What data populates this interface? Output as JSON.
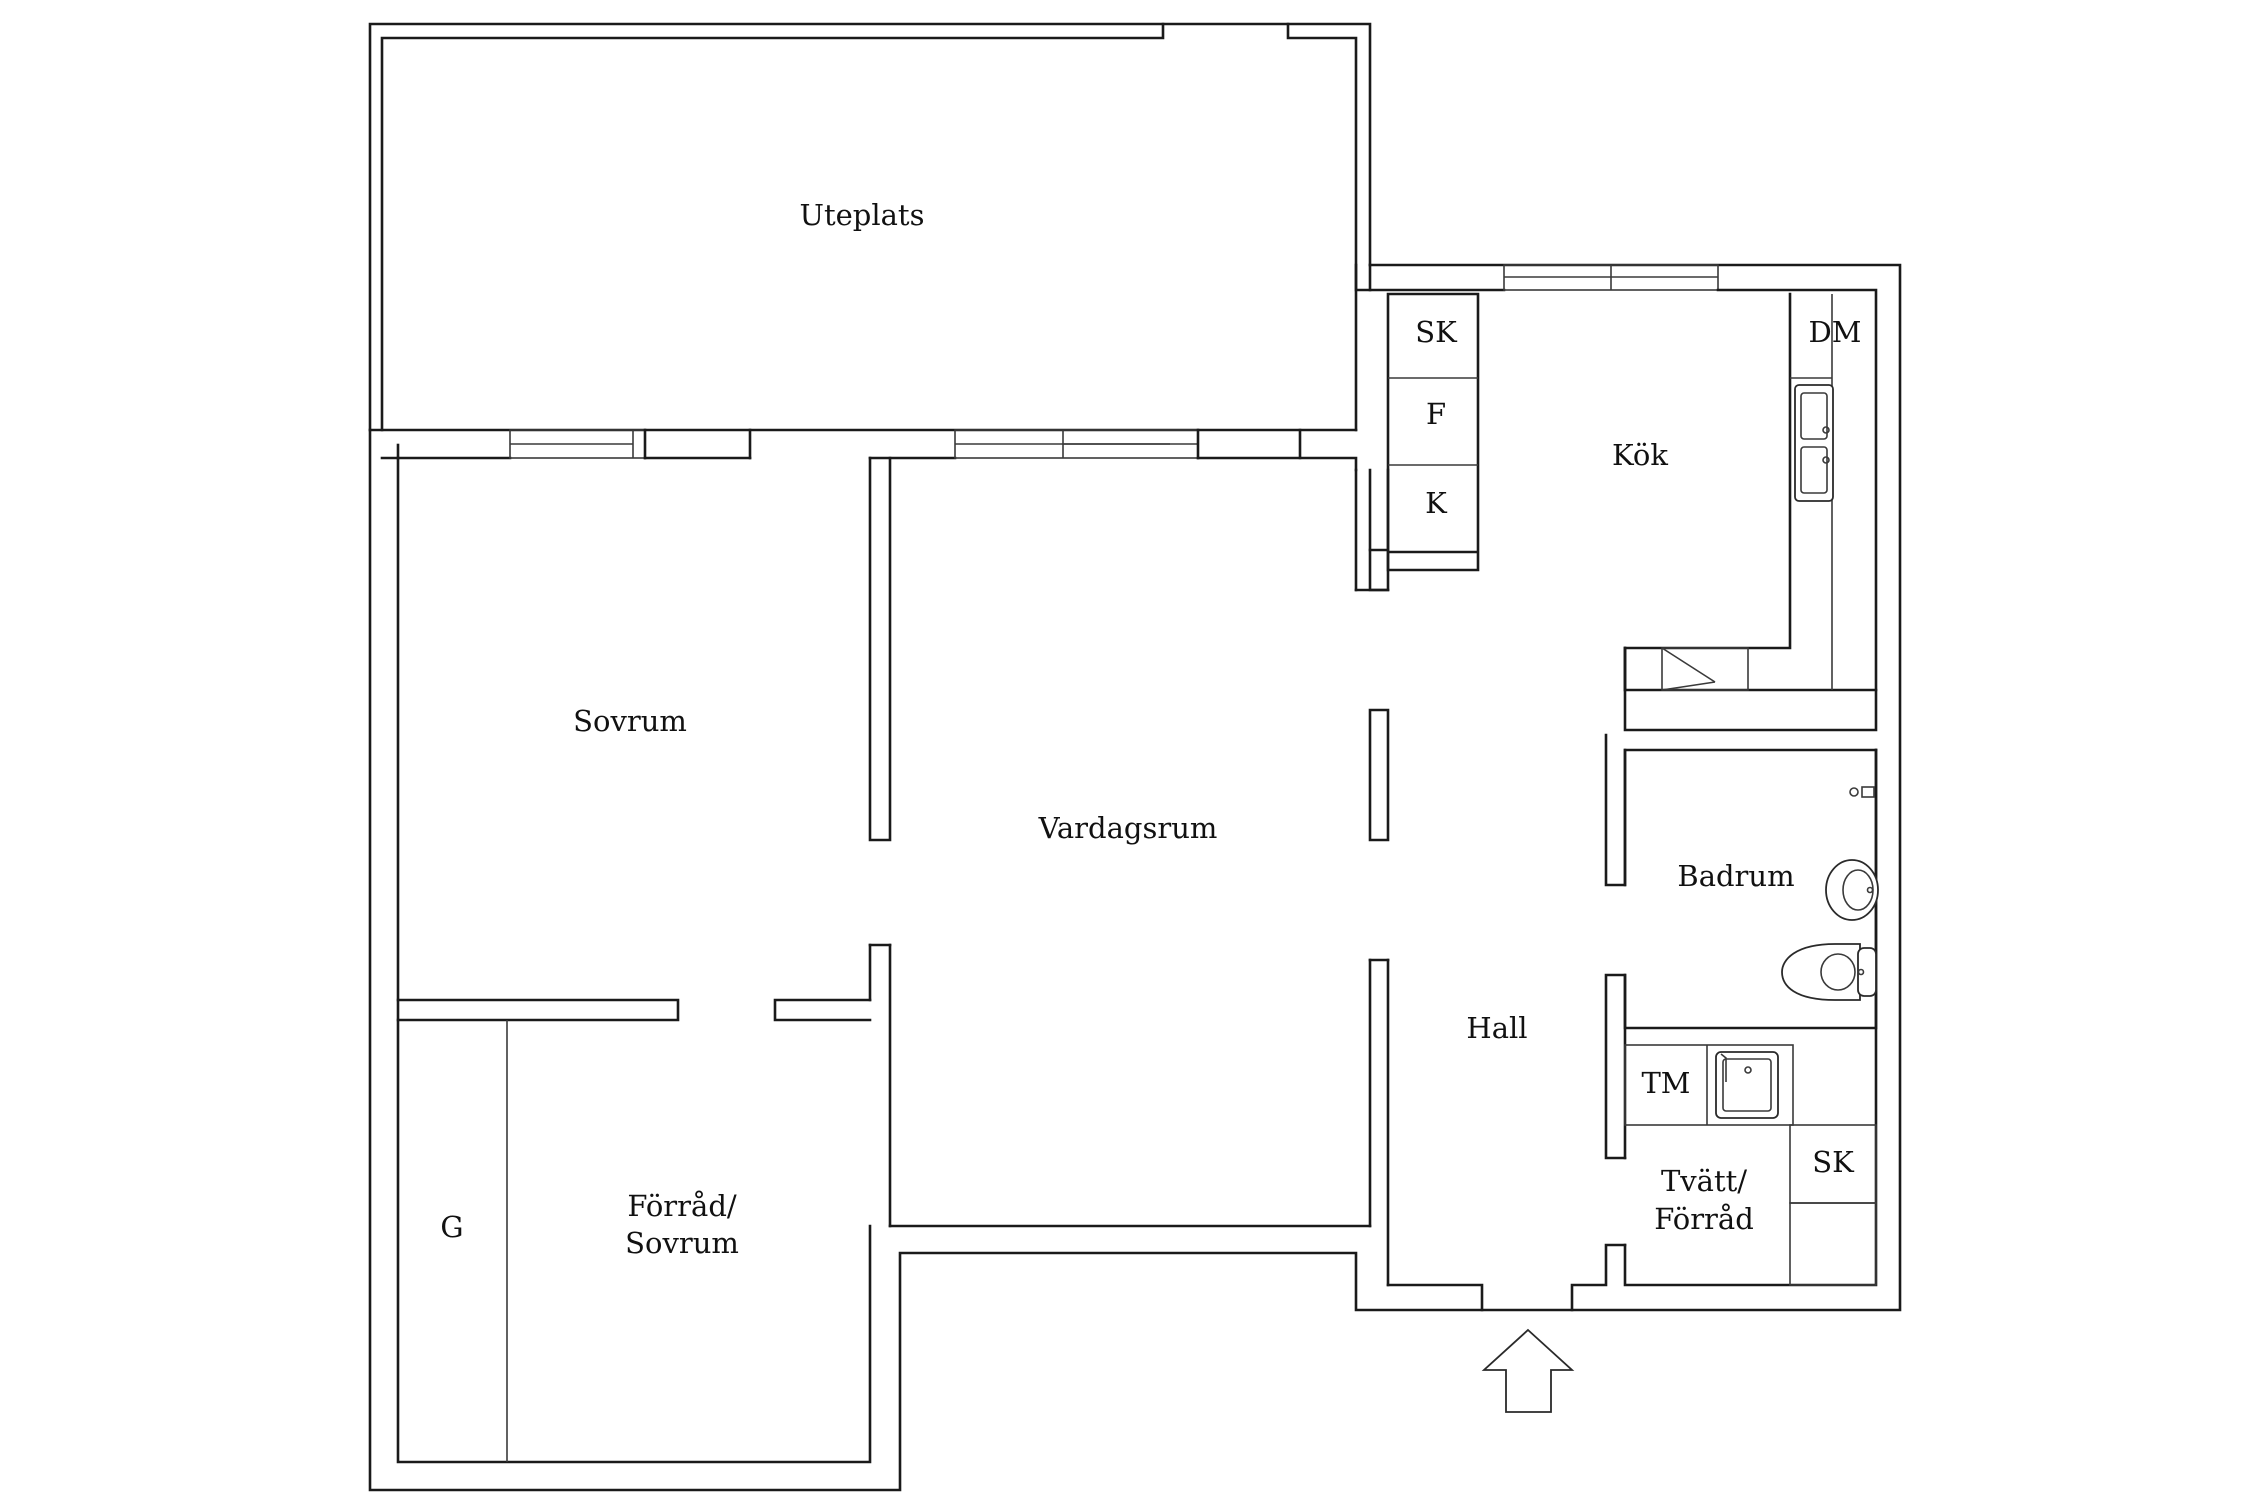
{
  "floorplan": {
    "rooms": {
      "uteplats": "Uteplats",
      "sovrum": "Sovrum",
      "vardagsrum": "Vardagsrum",
      "kok": "Kök",
      "hall": "Hall",
      "badrum": "Badrum",
      "forrad_sovrum_line1": "Förråd/",
      "forrad_sovrum_line2": "Sovrum",
      "tvatt_forrad_line1": "Tvätt/",
      "tvatt_forrad_line2": "Förråd"
    },
    "fixtures": {
      "kitchen_sk": "SK",
      "fridge": "F",
      "freezer": "K",
      "dishwasher": "DM",
      "closet_g": "G",
      "washing_machine": "TM",
      "laundry_sk": "SK"
    }
  }
}
